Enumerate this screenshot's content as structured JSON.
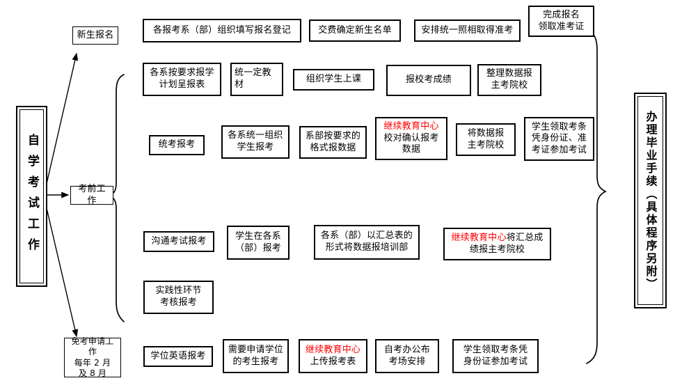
{
  "diagram": {
    "title_left": "自学考试工作",
    "title_right": "办理毕业手续（具体程序另附）",
    "stages": [
      {
        "id": "stage-new",
        "label": "新生报名"
      },
      {
        "id": "stage-pre",
        "label": "考前工作"
      },
      {
        "id": "stage-exempt",
        "label": "免考申请工作\n每年 2 月\n及 8 月"
      }
    ],
    "rows": [
      {
        "id": "row-enroll",
        "boxes": [
          {
            "id": "b-r1-1",
            "text": "各报考系（部）组织填写报名登记"
          },
          {
            "id": "b-r1-2",
            "text": "交费确定新生名单"
          },
          {
            "id": "b-r1-3",
            "text": "安排统一照相取得准考"
          },
          {
            "id": "b-r1-4",
            "text": "完成报名\n领取准考证"
          }
        ]
      },
      {
        "id": "row-teaching",
        "boxes": [
          {
            "id": "b-r2-1",
            "text": "各系按要求报学\n计划呈报表"
          },
          {
            "id": "b-r2-2",
            "text": "统一定教\n材"
          },
          {
            "id": "b-r2-3",
            "text": "组织学生上课"
          },
          {
            "id": "b-r2-4",
            "text": "报校考成绩"
          },
          {
            "id": "b-r2-5",
            "text": "整理数据报\n主考院校"
          }
        ]
      },
      {
        "id": "row-unified-exam",
        "boxes": [
          {
            "id": "b-r3-1",
            "text": "统考报考"
          },
          {
            "id": "b-r3-2",
            "text": "各系统一组织\n学生报考"
          },
          {
            "id": "b-r3-3",
            "text": "系部按要求的\n格式报数据"
          },
          {
            "id": "b-r3-4",
            "red_prefix": "继续教育中心",
            "text": "校对确认报考\n数据"
          },
          {
            "id": "b-r3-5",
            "text": "将数据报\n主考院校"
          },
          {
            "id": "b-r3-6",
            "text": "学生领取考条\n凭身份证、准\n考证参加考试"
          }
        ]
      },
      {
        "id": "row-communicate-exam",
        "boxes": [
          {
            "id": "b-r4-1",
            "text": "沟通考试报考"
          },
          {
            "id": "b-r4-2",
            "text": "学生在各系\n（部）报考"
          },
          {
            "id": "b-r4-3",
            "text": "各系（部）以汇总表的\n形式将数据报培训部"
          },
          {
            "id": "b-r4-4",
            "red_prefix": "继续教育中心",
            "text": "将汇总成\n绩报主考院校"
          }
        ]
      },
      {
        "id": "row-practice",
        "boxes": [
          {
            "id": "b-r5-1",
            "text": "实践性环节\n考核报考"
          }
        ]
      },
      {
        "id": "row-degree-english",
        "boxes": [
          {
            "id": "b-r6-1",
            "text": "学位英语报考"
          },
          {
            "id": "b-r6-2",
            "text": "需要申请学位\n的考生报考"
          },
          {
            "id": "b-r6-3",
            "red_prefix": "继续教育中心",
            "text": "上传报考表"
          },
          {
            "id": "b-r6-4",
            "text": "自考办公布\n考场安排"
          },
          {
            "id": "b-r6-5",
            "text": "学生领取考条凭\n身份证参加考试"
          }
        ]
      }
    ],
    "connectors": [
      {
        "id": "arrow-to-new-enroll",
        "from": "自学考试工作",
        "to": "新生报名",
        "kind": "arrow"
      },
      {
        "id": "arrow-to-pre-exam",
        "from": "自学考试工作",
        "to": "考前工作",
        "kind": "arrow"
      },
      {
        "id": "arrow-to-exemption",
        "from": "自学考试工作",
        "to": "免考申请工作",
        "kind": "arrow"
      },
      {
        "id": "brace-pre-exam-group",
        "kind": "left-brace",
        "groups": "考前工作 子流程"
      },
      {
        "id": "brace-graduation-group",
        "kind": "right-brace",
        "groups": "办理毕业手续"
      }
    ],
    "colors": {
      "stroke": "#000000",
      "background": "#ffffff",
      "highlight": "#ff0000"
    }
  }
}
